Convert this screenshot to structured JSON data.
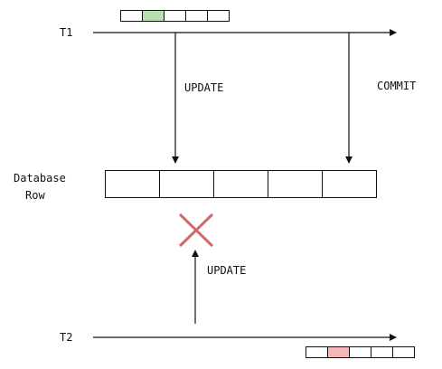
{
  "timelines": {
    "t1_label": "T1",
    "t2_label": "T2"
  },
  "database_row": {
    "label_line1": "Database",
    "label_line2": "Row",
    "cell_count": 5
  },
  "operations": {
    "t1_update": "UPDATE",
    "t1_commit": "COMMIT",
    "t2_update": "UPDATE"
  },
  "t1_state": {
    "cell_count": 5,
    "highlighted_index": 1,
    "highlight_color": "#b9dfb0"
  },
  "t2_state": {
    "cell_count": 5,
    "highlighted_index": 1,
    "highlight_color": "#f4b6b6"
  },
  "colors": {
    "line": "#111111",
    "blocked": "#d06a6a"
  }
}
